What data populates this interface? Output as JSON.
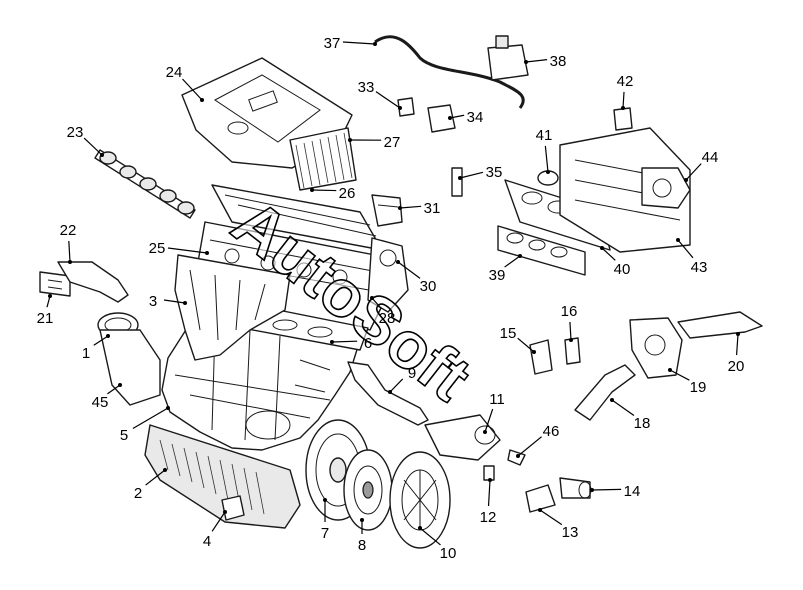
{
  "diagram": {
    "watermark": "AutoSoft",
    "callouts": [
      "1",
      "2",
      "3",
      "4",
      "5",
      "6",
      "8",
      "9",
      "10",
      "11",
      "12",
      "13",
      "14",
      "15",
      "16",
      "18",
      "19",
      "20",
      "21",
      "22",
      "23",
      "24",
      "25",
      "26",
      "27",
      "28",
      "30",
      "31",
      "33",
      "34",
      "35",
      "37",
      "38",
      "39",
      "40",
      "41",
      "42",
      "43",
      "44",
      "45",
      "46",
      "7"
    ]
  },
  "colors": {
    "line": "#1a1a1a",
    "background": "#ffffff"
  }
}
